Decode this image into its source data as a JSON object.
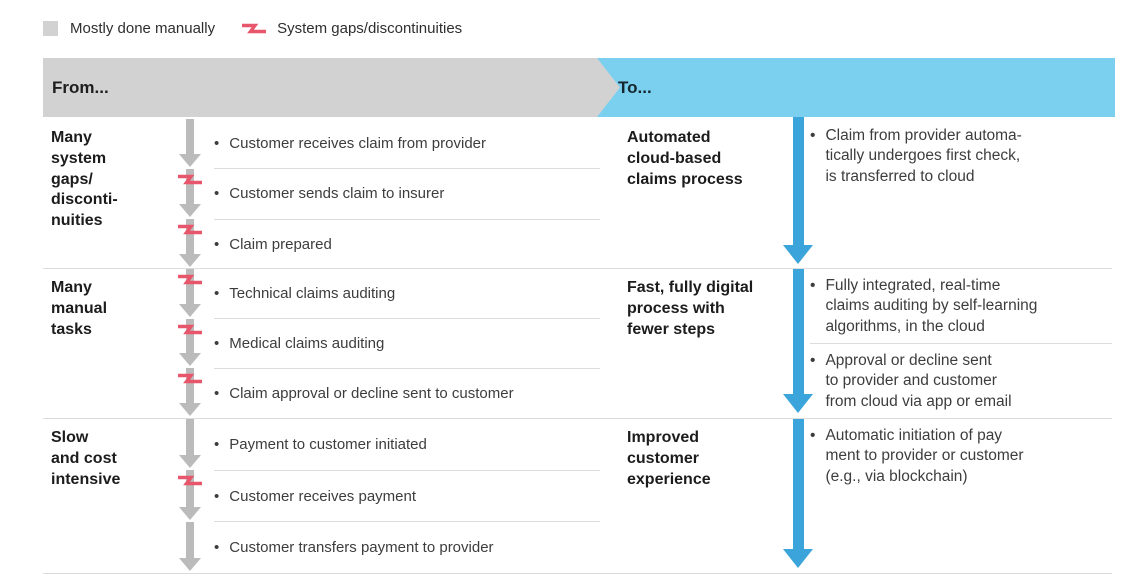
{
  "legend": {
    "manual_label": "Mostly done manually",
    "gaps_label": "System gaps/discontinuities"
  },
  "header": {
    "from": "From...",
    "to": "To..."
  },
  "colors": {
    "gray_band": "#d2d2d2",
    "gray_arrow": "#bbbbbb",
    "blue_band": "#7bcfef",
    "blue_arrow": "#3ba4da",
    "red_gap": "#e8566b",
    "separator": "#dcdcdc"
  },
  "rows": [
    {
      "from_label": "Many\nsystem\ngaps/\ndisconti-\nnuities",
      "steps": [
        {
          "text": "Customer receives claim from provider",
          "gap_before": false
        },
        {
          "text": "Customer sends claim to insurer",
          "gap_before": true
        },
        {
          "text": "Claim prepared",
          "gap_before": true
        }
      ],
      "to_label": "Automated\ncloud-based\nclaims process",
      "to_points": [
        "Claim from provider automa-\ntically undergoes first check,\nis transferred to cloud"
      ]
    },
    {
      "from_label": "Many\nmanual\ntasks",
      "steps": [
        {
          "text": "Technical claims auditing",
          "gap_before": true
        },
        {
          "text": "Medical claims auditing",
          "gap_before": true
        },
        {
          "text": "Claim approval or decline sent to customer",
          "gap_before": true
        }
      ],
      "to_label": "Fast, fully digital\nprocess with\nfewer steps",
      "to_points": [
        "Fully integrated, real-time\nclaims auditing by self-learning\nalgorithms, in the cloud",
        "Approval or decline sent\nto provider and customer\nfrom cloud via app or email"
      ]
    },
    {
      "from_label": "Slow\nand cost\nintensive",
      "steps": [
        {
          "text": "Payment to customer initiated",
          "gap_before": false
        },
        {
          "text": "Customer receives payment",
          "gap_before": true
        },
        {
          "text": "Customer transfers payment to provider",
          "gap_before": false
        }
      ],
      "to_label": "Improved\ncustomer\nexperience",
      "to_points": [
        "Automatic initiation of pay\nment to provider or customer\n(e.g., via blockchain)"
      ]
    }
  ],
  "bullet_glyph": "•"
}
